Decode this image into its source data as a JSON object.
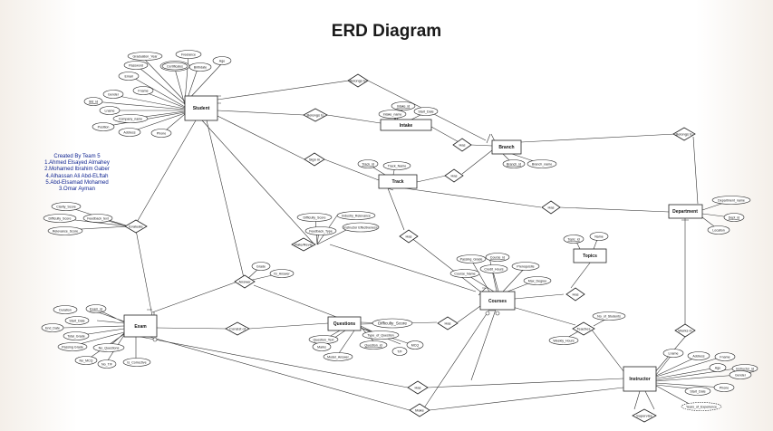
{
  "title": "ERD Diagram",
  "credits": [
    "Created By Team 5",
    "1.Ahmed  Elsayed Almahey",
    "2.Mohamed Ibrahim Gaber",
    "4.Alhassan Ali Abd-ELftah",
    "5.Abd-Elsamad Mohamed",
    "3.Omar Ayman"
  ],
  "colors": {
    "credits": "#0a1f8f",
    "lines": "#333333"
  },
  "entities": {
    "student": "Student",
    "intake": "Intake",
    "branch": "Branch",
    "track": "Track",
    "department": "Department",
    "exam": "Exam",
    "questions": "Questions",
    "courses": "Courses",
    "topics": "Topics",
    "instructor": "Instructor"
  },
  "relationships": {
    "student_belongs_branch": "Belongs to",
    "student_belongs_intake": "Belongs to",
    "intake_has": "Has",
    "branch_has_track": "Has",
    "branch_belongs_dept": "Belongs to",
    "sign_in": "Sign in",
    "track_has_dept": "Has",
    "track_has_courses": "Has",
    "rate_review": "Rate/Revie",
    "evaluate": "Evaluate",
    "answer": "Answer",
    "consist_of": "Consist of",
    "questions_has": "Has",
    "courses_has_topics": "Has",
    "teaches": "Teaches",
    "works_in": "Works in",
    "exam_has": "Has",
    "make": "Make",
    "supervise": "Supervise"
  },
  "attributes": {
    "student": [
      "Graduation_Year",
      "Freelance",
      "Age",
      "Password",
      "Certificates",
      "Birthdate",
      "Email",
      "Fname",
      "Gender",
      "Std_id",
      "Lname",
      "Company_name",
      "Position",
      "Address",
      "Phone"
    ],
    "intake": [
      "Intake_id",
      "Intake_name",
      "Start_Date"
    ],
    "branch": [
      "Branch_id",
      "Branch_name"
    ],
    "track": [
      "Track_id",
      "Track_Name"
    ],
    "department": [
      "Department_name",
      "Dept_id",
      "Location"
    ],
    "feedback": [
      "Clarity_Score",
      "Feedback_text",
      "Difficulty_Score",
      "Relevance_Score"
    ],
    "rate": [
      "Difficulty_Score",
      "Industry_Relevance",
      "Instructor Effectiveness",
      "Feedback_Type"
    ],
    "answer": [
      "Grade",
      "IS_Answer"
    ],
    "courses": [
      "Passing_Grade",
      "Course_id",
      "Credit_Hours",
      "Prerequisite",
      "Course_Name",
      "Max_Degree"
    ],
    "topics": [
      "Topic_id",
      "Name"
    ],
    "exam": [
      "Duration",
      "Exam_id",
      "Start_Date",
      "End_Date",
      "Total_Grade",
      "Passing Grade",
      "No_Questions",
      "No_MCQ",
      "No_T/F",
      "Is_Corrective"
    ],
    "questions": [
      "Difficulty_Score",
      "Type_of_Question",
      "Question_Text",
      "Marks",
      "Question_id",
      "Model_Answer",
      "T/F",
      "MCQ"
    ],
    "teaches": [
      "No_of_Students",
      "Weekly_Hours"
    ],
    "instructor": [
      "Lname",
      "Address",
      "Fname",
      "Age",
      "Instructor_id",
      "Gender",
      "Phone",
      "Start_Date",
      "Years_of_Experience"
    ]
  }
}
